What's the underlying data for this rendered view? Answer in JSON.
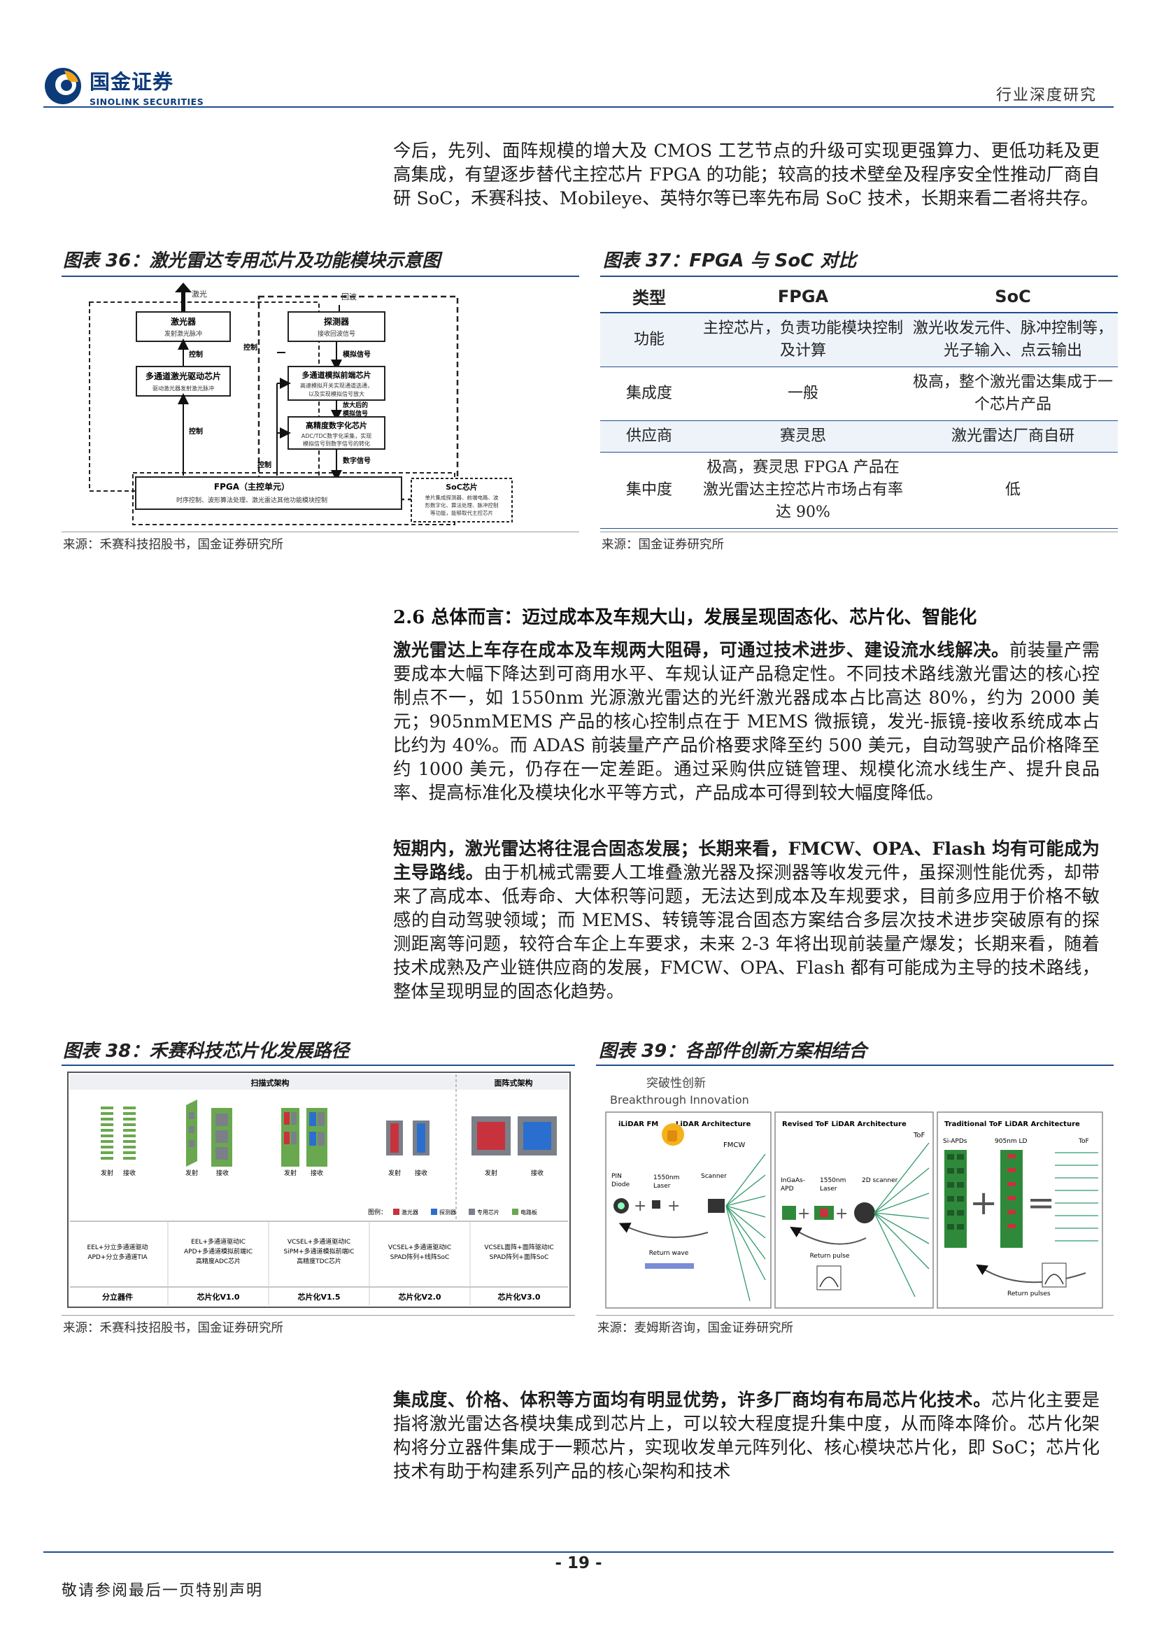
{
  "header": {
    "logo_cn": "国金证券",
    "logo_en": "SINOLINK SECURITIES",
    "report_type": "行业深度研究"
  },
  "intro": "今后，先列、面阵规模的增大及 CMOS 工艺节点的升级可实现更强算力、更低功耗及更高集成，有望逐步替代主控芯片 FPGA 的功能；较高的技术壁垒及程序安全性推动厂商自研 SoC，禾赛科技、Mobileye、英特尔等已率先布局 SoC 技术，长期来看二者将共存。",
  "fig36": {
    "title": "图表 36：激光雷达专用芯片及功能模块示意图",
    "source": "来源：禾赛科技招股书，国金证券研究所",
    "labels": {
      "laser": "激光",
      "echo": "回波",
      "emitter_title": "激光器",
      "emitter_sub": "发射激光脉冲",
      "detector_title": "探测器",
      "detector_sub": "接收回波信号",
      "control1": "控制",
      "analog_signal": "模拟信号",
      "driver_title": "多通道激光驱动芯片",
      "driver_sub": "驱动激光器发射激光脉冲",
      "afe_title": "多通道模拟前端芯片",
      "afe_sub1": "高速模拟开关实现通道选通，",
      "afe_sub2": "以及实现模拟信号放大",
      "amp_signal1": "放大后的",
      "amp_signal2": "模拟信号",
      "control2": "控制",
      "adc_title": "高精度数字化芯片",
      "adc_sub1": "ADC/TDC数字化采集，实现",
      "adc_sub2": "模拟信号到数字信号的转化",
      "digital_signal": "数字信号",
      "control3": "控制",
      "control4": "控制",
      "fpga_title": "FPGA（主控单元）",
      "fpga_sub": "时序控制、波形算法处理、激光雷达其他功能模块控制",
      "soc_title": "SoC芯片",
      "soc_sub1": "单片集成探测器、前端电路、波",
      "soc_sub2": "形数字化、算法处理、脉冲控制",
      "soc_sub3": "等功能，能够取代主控芯片"
    }
  },
  "fig37": {
    "title": "图表 37：FPGA 与 SoC 对比",
    "source": "来源：国金证券研究所",
    "headers": [
      "类型",
      "FPGA",
      "SoC"
    ],
    "rows": [
      {
        "type": "功能",
        "fpga": "主控芯片，负责功能模块控制及计算",
        "soc": "激光收发元件、脉冲控制等，光子输入、点云输出"
      },
      {
        "type": "集成度",
        "fpga": "一般",
        "soc": "极高，整个激光雷达集成于一个芯片产品"
      },
      {
        "type": "供应商",
        "fpga": "赛灵思",
        "soc": "激光雷达厂商自研"
      },
      {
        "type": "集中度",
        "fpga": "极高，赛灵思 FPGA 产品在激光雷达主控芯片市场占有率达 90%",
        "soc": "低"
      }
    ]
  },
  "section": {
    "title": "2.6 总体而言：迈过成本及车规大山，发展呈现固态化、芯片化、智能化",
    "p1_lead": "激光雷达上车存在成本及车规两大阻碍，可通过技术进步、建设流水线解决。",
    "p1_body": "前装量产需要成本大幅下降达到可商用水平、车规认证产品稳定性。不同技术路线激光雷达的核心控制点不一，如 1550nm 光源激光雷达的光纤激光器成本占比高达 80%，约为 2000 美元；905nmMEMS 产品的核心控制点在于 MEMS 微振镜，发光-振镜-接收系统成本占比约为 40%。而 ADAS 前装量产产品价格要求降至约 500 美元，自动驾驶产品价格降至约 1000 美元，仍存在一定差距。通过采购供应链管理、规模化流水线生产、提升良品率、提高标准化及模块化水平等方式，产品成本可得到较大幅度降低。",
    "p2_lead": "短期内，激光雷达将往混合固态发展；长期来看，FMCW、OPA、Flash 均有可能成为主导路线。",
    "p2_body": "由于机械式需要人工堆叠激光器及探测器等收发元件，虽探测性能优秀，却带来了高成本、低寿命、大体积等问题，无法达到成本及车规要求，目前多应用于价格不敏感的自动驾驶领域；而 MEMS、转镜等混合固态方案结合多层次技术进步突破原有的探测距离等问题，较符合车企上车要求，未来 2-3 年将出现前装量产爆发；长期来看，随着技术成熟及产业链供应商的发展，FMCW、OPA、Flash 都有可能成为主导的技术路线，整体呈现明显的固态化趋势。"
  },
  "fig38": {
    "title": "图表 38：禾赛科技芯片化发展路径",
    "source": "来源：禾赛科技招股书，国金证券研究所",
    "scan_header": "扫描式架构",
    "array_header": "面阵式架构",
    "tx": "发射",
    "rx": "接收",
    "legend_label": "图例：",
    "legend": [
      "激光器",
      "探测器",
      "专用芯片",
      "电路板"
    ],
    "stages": [
      {
        "desc1": "EEL+分立多通道驱动",
        "desc2": "APD+分立多通道TIA",
        "desc3": "",
        "name": "分立器件"
      },
      {
        "desc1": "EEL+多通道驱动IC",
        "desc2": "APD+多通道模拟前端IC",
        "desc3": "高精度ADC芯片",
        "name": "芯片化V1.0"
      },
      {
        "desc1": "VCSEL+多通道驱动IC",
        "desc2": "SiPM+多通道模拟前端IC",
        "desc3": "高精度TDC芯片",
        "name": "芯片化V1.5"
      },
      {
        "desc1": "VCSEL+多通道驱动IC",
        "desc2": "SPAD阵列+线阵SoC",
        "desc3": "",
        "name": "芯片化V2.0"
      },
      {
        "desc1": "VCSEL面阵+面阵驱动IC",
        "desc2": "SPAD阵列+面阵SoC",
        "desc3": "",
        "name": "芯片化V3.0"
      }
    ],
    "colors": {
      "laser": "#c8323c",
      "detector": "#2a6fd0",
      "chip": "#7a7f88",
      "board": "#6aa84f"
    }
  },
  "fig39": {
    "title": "图表 39：各部件创新方案相结合",
    "source": "来源：麦姆斯咨询，国金证券研究所",
    "heading_cn": "突破性创新",
    "heading_en": "Breakthrough Innovation",
    "panel1": {
      "title_a": "iLiDAR FM",
      "title_b": "LiDAR Architecture",
      "fmcw": "FMCW",
      "c1": "PIN",
      "c1b": "Diode",
      "c2": "1550nm",
      "c2b": "Laser",
      "c3": "Scanner",
      "ret": "Return wave"
    },
    "panel2": {
      "title": "Revised ToF LiDAR Architecture",
      "tof": "ToF",
      "c1": "InGaAs-",
      "c1b": "APD",
      "c2": "1550nm",
      "c2b": "Laser",
      "c3": "2D scanner",
      "ret": "Return pulse"
    },
    "panel3": {
      "title": "Traditional ToF LiDAR Architecture",
      "c1": "Si-APDs",
      "c2": "905nm LD",
      "c3": "ToF",
      "ret": "Return pulses"
    }
  },
  "closing": {
    "lead": "集成度、价格、体积等方面均有明显优势，许多厂商均有布局芯片化技术。",
    "body": "芯片化主要是指将激光雷达各模块集成到芯片上，可以较大程度提升集中度，从而降本降价。芯片化架构将分立器件集成于一颗芯片，实现收发单元阵列化、核心模块芯片化，即 SoC；芯片化技术有助于构建系列产品的核心架构和技术"
  },
  "footer": {
    "page": "- 19 -",
    "note": "敬请参阅最后一页特别声明"
  }
}
